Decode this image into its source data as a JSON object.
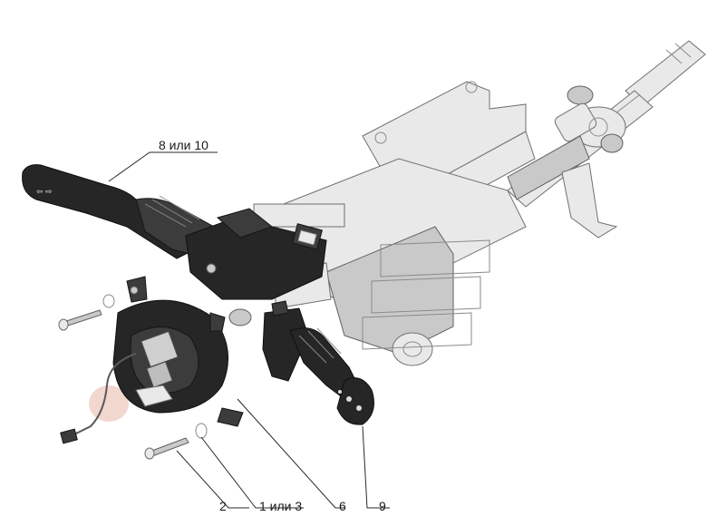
{
  "callouts": {
    "c8": "8 или 10",
    "c2": "2",
    "c1": "1 или 3",
    "c6": "6",
    "c9": "9"
  },
  "colors": {
    "metal": "#e9e9e9",
    "dark_parts": "#262626",
    "contact_ring_accent": "#e8b7a8",
    "leader": "#2a2a2a"
  }
}
